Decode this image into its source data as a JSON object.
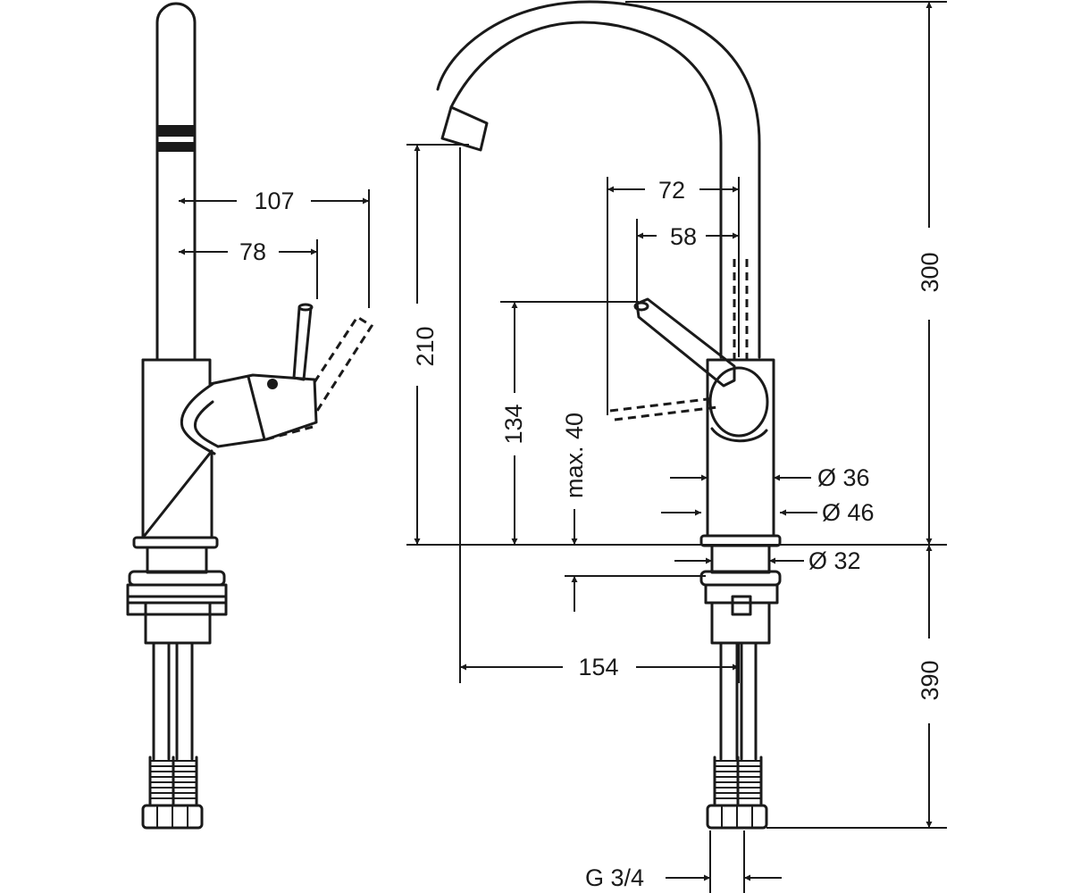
{
  "dimensions": {
    "left_view": {
      "lever_reach_max": "107",
      "lever_reach": "78"
    },
    "right_view": {
      "spout_reach_lever": "72",
      "lever_offset": "58",
      "spout_outlet_height": "210",
      "lever_height": "134",
      "max_deck_thickness": "max. 40",
      "total_height": "300",
      "hose_length": "390",
      "spout_reach": "154",
      "body_diameter": "Ø 36",
      "base_diameter": "Ø 46",
      "hole_diameter": "Ø 32",
      "thread": "G 3/4"
    }
  },
  "colors": {
    "line": "#1a1a1a",
    "background": "#ffffff"
  }
}
